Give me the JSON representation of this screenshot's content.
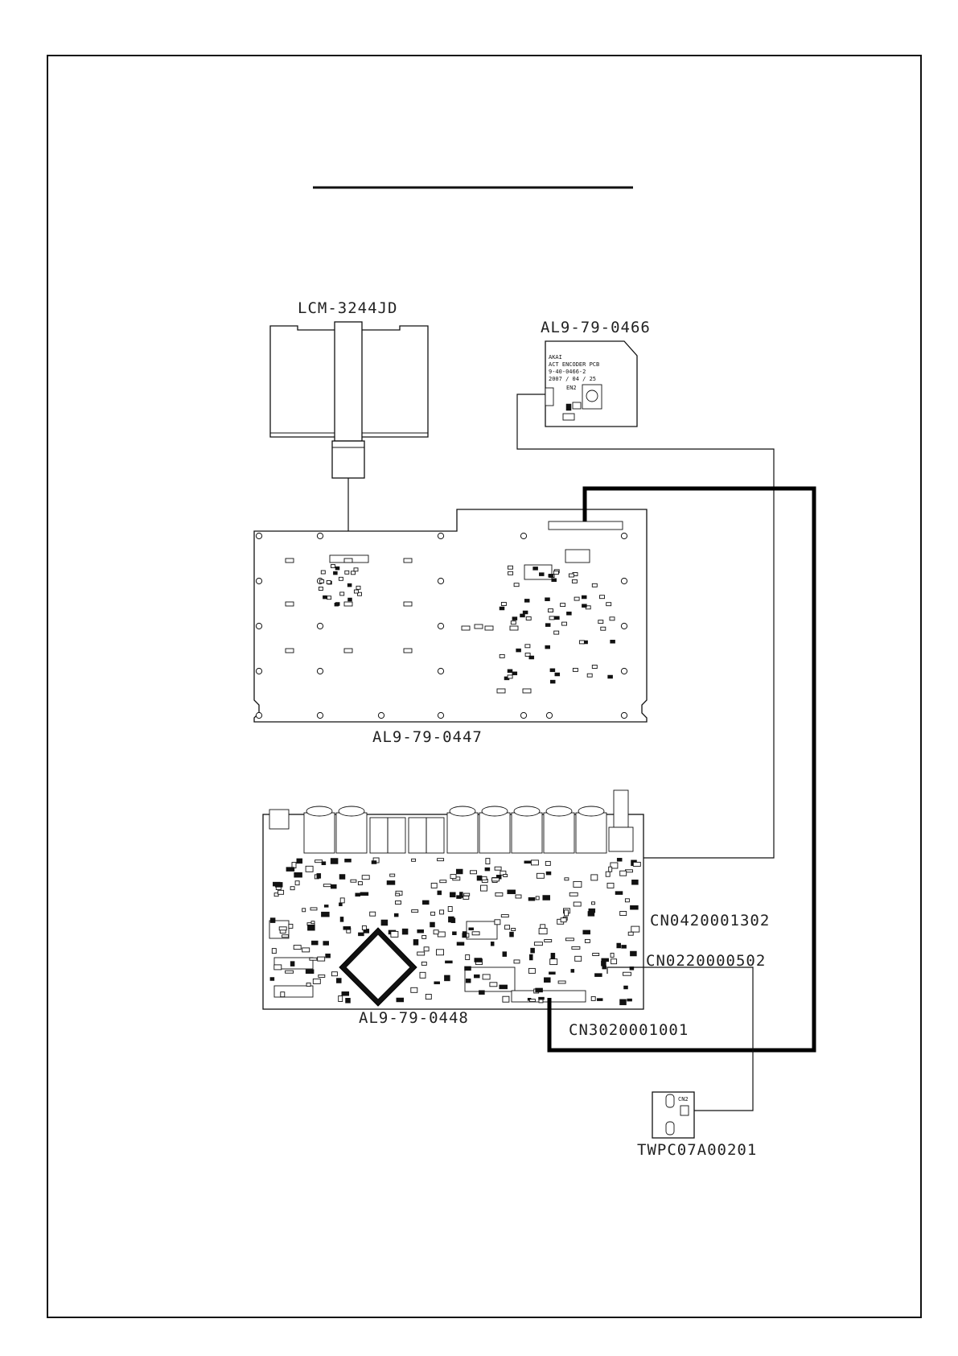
{
  "drawing": {
    "title": "",
    "boards": {
      "lcd_module": "LCM-3244JD",
      "encoder_pcb": "AL9-79-0466",
      "panel_pcb": "AL9-79-0447",
      "main_pcb": "AL9-79-0448",
      "small_board": "TWPC07A00201"
    },
    "cables": {
      "cable_a": "CN0420001302",
      "cable_b": "CN0220000502",
      "cable_c": "CN3020001001"
    },
    "silkscreen": {
      "encoder_lines": [
        "AKAI",
        "ACT ENCODER PCB",
        "9-40-0466-2",
        "2007 / 04 / 25"
      ],
      "encoder_ref": "EN2",
      "small_board_ref": "CN2"
    }
  }
}
